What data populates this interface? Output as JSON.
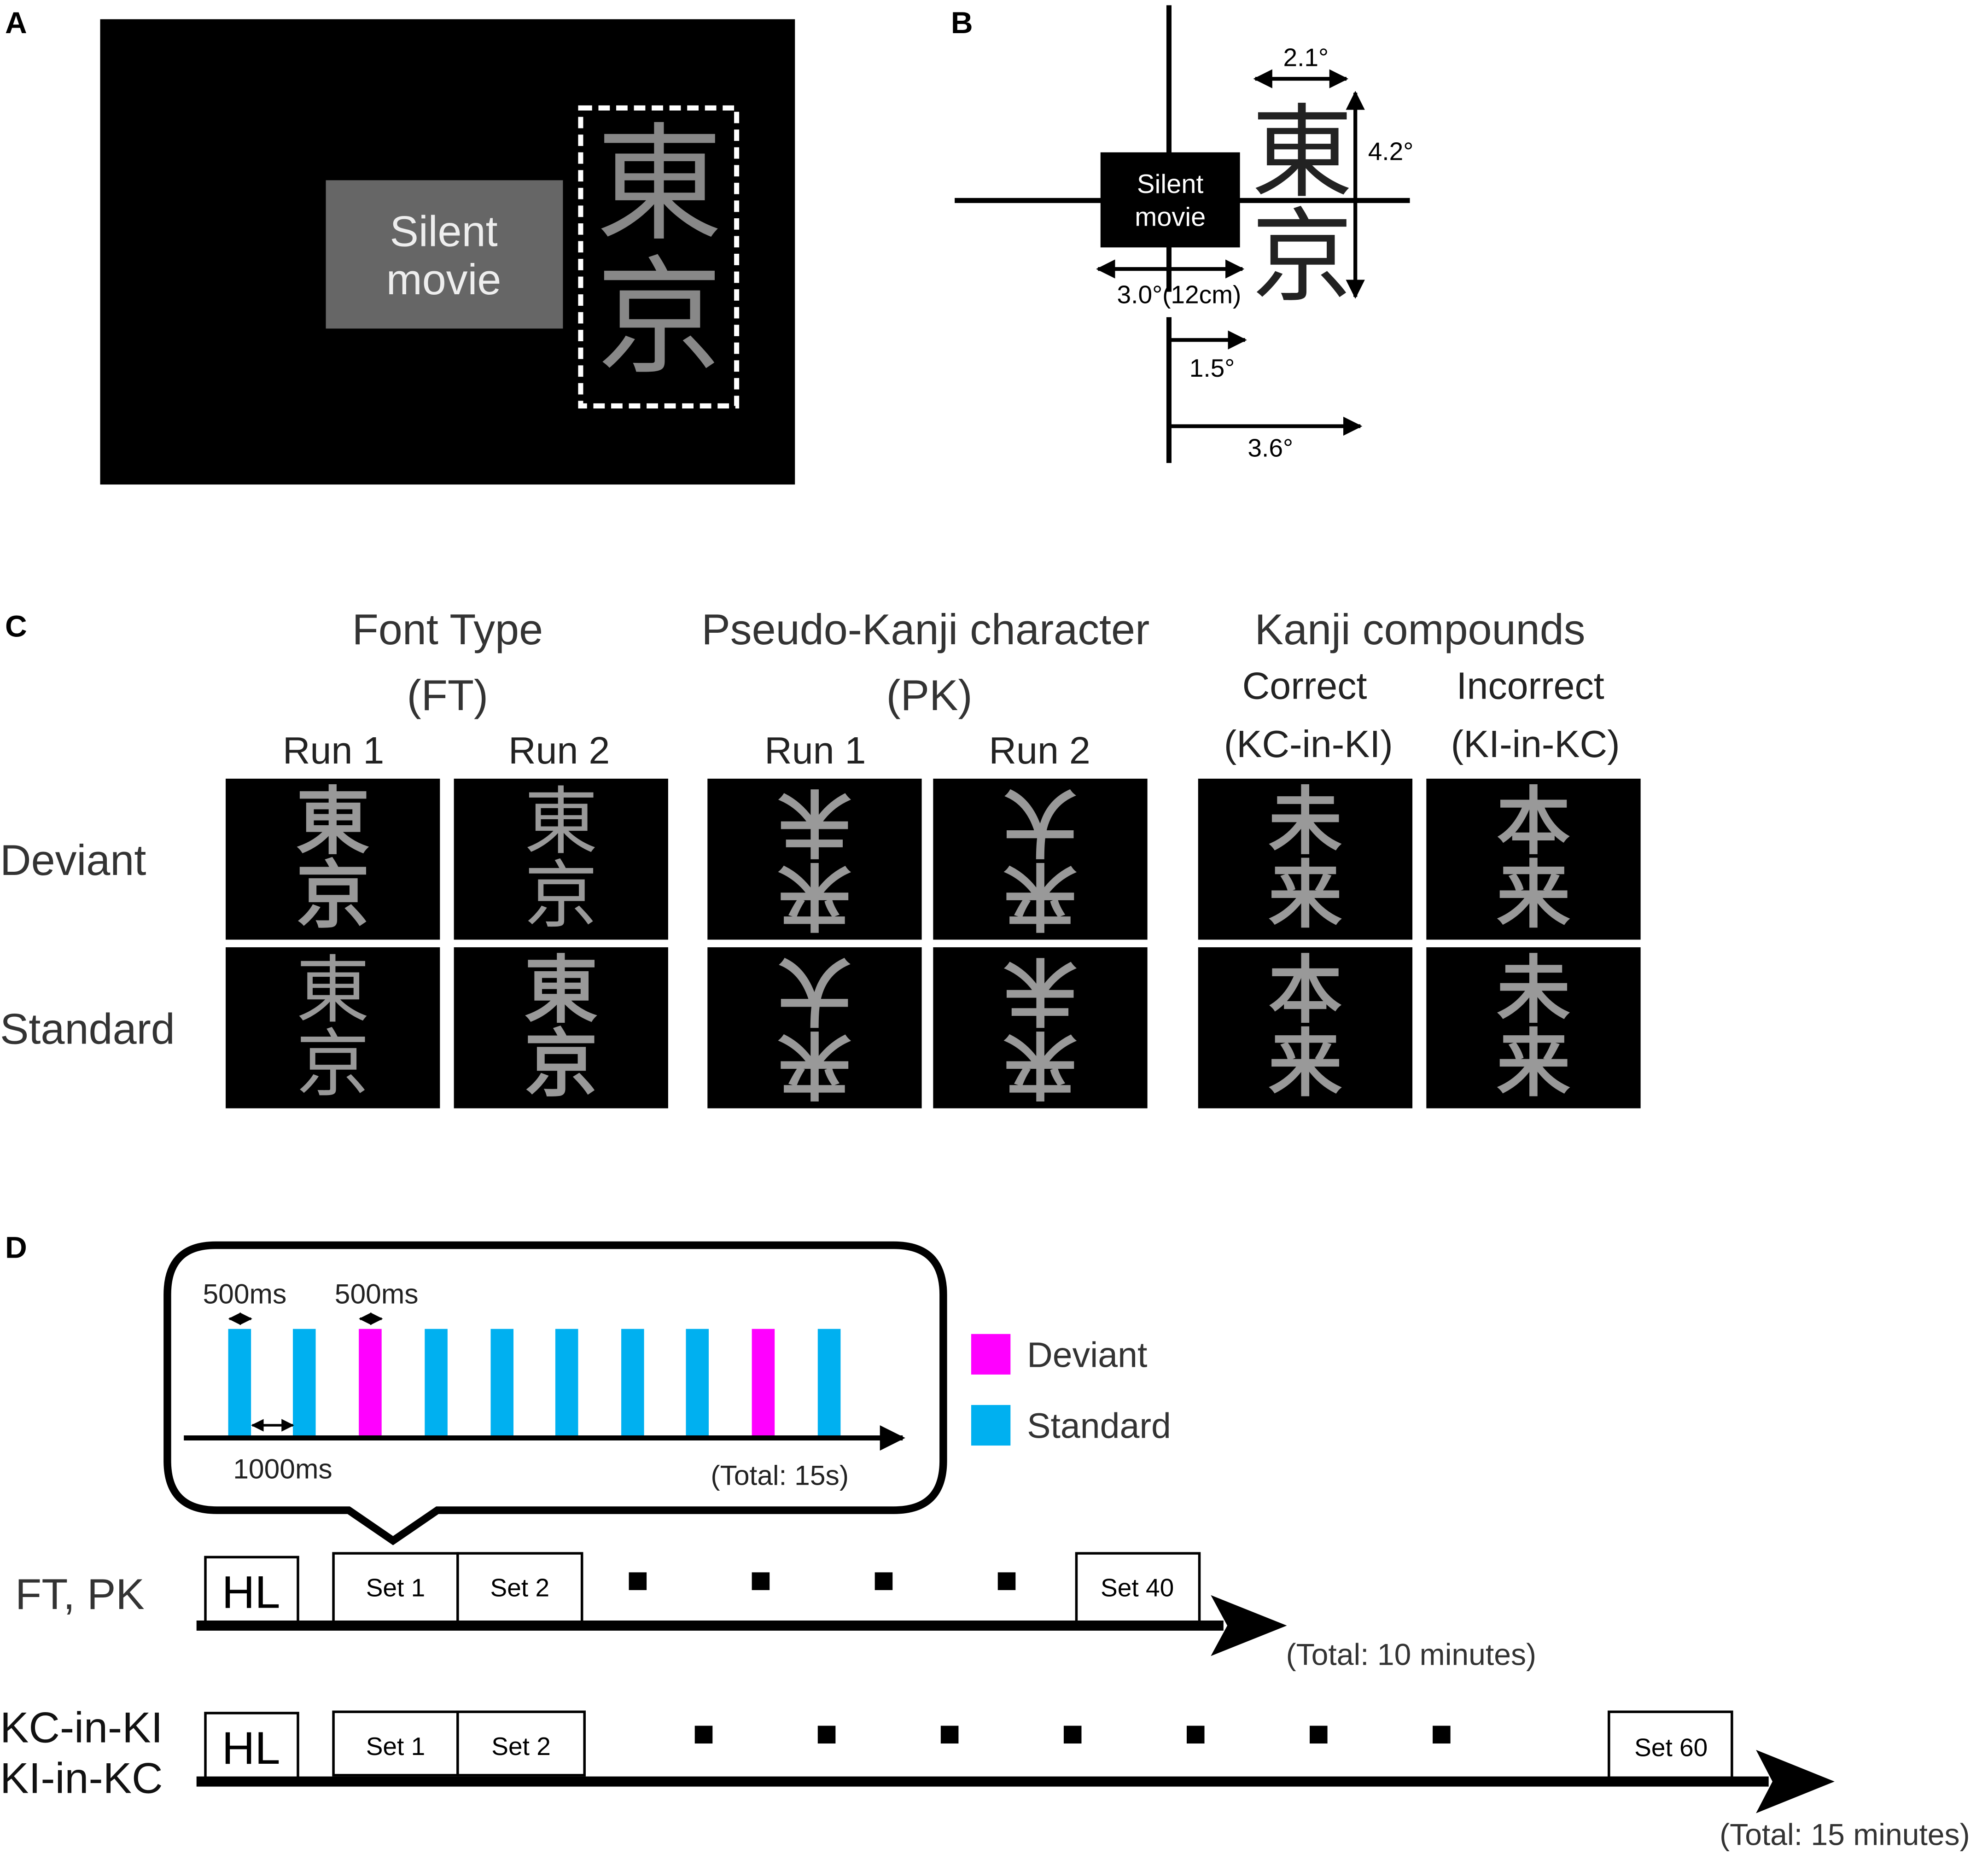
{
  "panels": {
    "a": {
      "label": "A",
      "movie_line1": "Silent",
      "movie_line2": "movie",
      "kanji1": "東",
      "kanji2": "京"
    },
    "b": {
      "label": "B",
      "movie_line1": "Silent",
      "movie_line2": "movie",
      "kanji1": "東",
      "kanji2": "京",
      "dim_width": "2.1°",
      "dim_height": "4.2°",
      "dim_movie": "3.0°(12cm)",
      "dim_offset": "1.5°",
      "dim_far": "3.6°"
    },
    "c": {
      "label": "C",
      "groups": [
        {
          "title": "Font Type",
          "abbr": "(FT)",
          "runs": [
            "Run 1",
            "Run 2"
          ]
        },
        {
          "title": "Pseudo-Kanji character",
          "abbr": "(PK)",
          "runs": [
            "Run 1",
            "Run 2"
          ]
        },
        {
          "title": "Kanji compounds",
          "cols": [
            "Correct",
            "Incorrect"
          ],
          "abbrs": [
            "(KC-in-KI)",
            "(KI-in-KC)"
          ]
        }
      ],
      "rows": [
        "Deviant",
        "Standard"
      ],
      "cells": {
        "deviant": [
          [
            "東",
            "京"
          ],
          [
            "東",
            "京"
          ],
          [
            "未",
            "来"
          ],
          [
            "大",
            "来"
          ],
          [
            "未",
            "来"
          ],
          [
            "本",
            "来"
          ]
        ],
        "standard": [
          [
            "東",
            "京"
          ],
          [
            "東",
            "京"
          ],
          [
            "大",
            "来"
          ],
          [
            "未",
            "来"
          ],
          [
            "本",
            "来"
          ],
          [
            "未",
            "来"
          ]
        ]
      }
    },
    "d": {
      "label": "D",
      "inset": {
        "duration_label_1": "500ms",
        "duration_label_2": "500ms",
        "isi_label": "1000ms",
        "total": "(Total: 15s)",
        "sequence": [
          "standard",
          "standard",
          "deviant",
          "standard",
          "standard",
          "standard",
          "standard",
          "standard",
          "deviant",
          "standard"
        ]
      },
      "legend": {
        "deviant": "Deviant",
        "standard": "Standard"
      },
      "colors": {
        "deviant": "#ff00ff",
        "standard": "#00b0f0"
      },
      "timeline1": {
        "label": "FT, PK",
        "hl": "HL",
        "sets": [
          "Set 1",
          "Set 2"
        ],
        "last_set": "Set 40",
        "total": "(Total: 10 minutes)"
      },
      "timeline2": {
        "label1": "KC-in-KI",
        "label2": "KI-in-KC",
        "hl": "HL",
        "sets": [
          "Set 1",
          "Set 2"
        ],
        "last_set": "Set 60",
        "total": "(Total: 15 minutes)"
      }
    }
  }
}
